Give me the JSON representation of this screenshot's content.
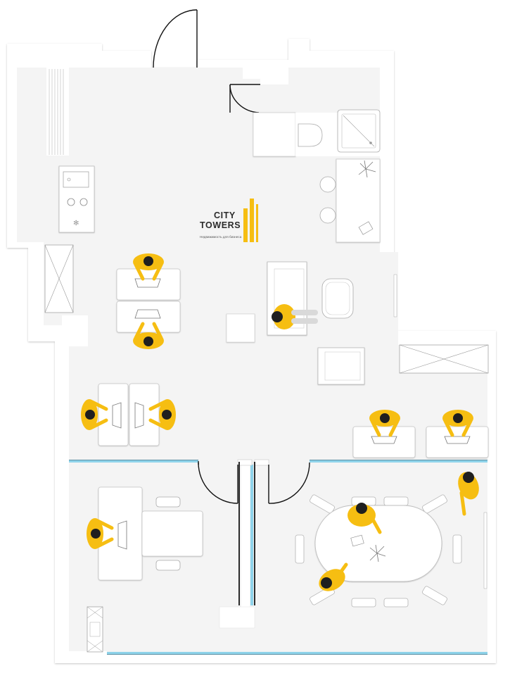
{
  "brand": {
    "line1": "CITY",
    "line2": "TOWERS",
    "tagline": "Недвижимость для бизнеса",
    "accent_color": "#F6BE12"
  },
  "colors": {
    "person": "#F6BE12",
    "head": "#1f1f1f",
    "floor": "#f4f4f4",
    "wall": "#ffffff",
    "glass": "#8fd3ea"
  },
  "icons": [
    "door-swing-icon",
    "window-icon",
    "kitchen-stove-icon",
    "toilet-icon",
    "shower-icon",
    "plant-icon",
    "laptop-icon",
    "person-icon"
  ]
}
